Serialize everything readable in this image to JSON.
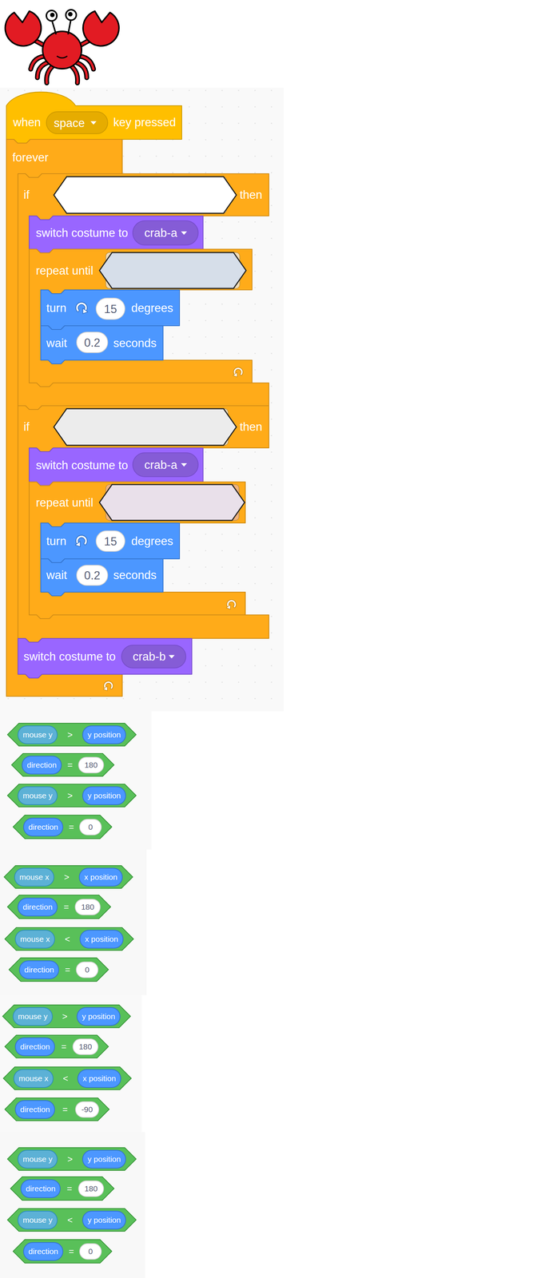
{
  "diagram": {
    "nodes": [
      {
        "text": [
          "when",
          "key pressed"
        ]
      },
      {
        "text": [
          "space"
        ],
        "in": 0
      },
      {
        "text": [
          "forever"
        ]
      },
      {
        "text": [
          "if",
          "then"
        ],
        "in": 2
      },
      {
        "text": [
          "switch costume to"
        ],
        "in": 3
      },
      {
        "text": [
          "crab-a"
        ],
        "in": 4
      },
      {
        "text": [
          "repeat until"
        ],
        "in": 3
      },
      {
        "text": [
          "turn",
          "degrees"
        ],
        "in": 6
      },
      {
        "text": [
          "15"
        ],
        "in": 7
      },
      {
        "text": [
          "wait",
          "seconds"
        ],
        "in": 6
      },
      {
        "text": [
          "0.2"
        ],
        "in": 9
      },
      {
        "text": [
          "if",
          "then"
        ],
        "in": 2
      },
      {
        "text": [
          "switch costume to"
        ],
        "in": 11
      },
      {
        "text": [
          "crab-a"
        ],
        "in": 12
      },
      {
        "text": [
          "repeat until"
        ],
        "in": 11
      },
      {
        "text": [
          "turn",
          "degrees"
        ],
        "in": 14
      },
      {
        "text": [
          "15"
        ],
        "in": 15
      },
      {
        "text": [
          "wait",
          "seconds"
        ],
        "in": 14
      },
      {
        "text": [
          "0.2"
        ],
        "in": 17
      },
      {
        "text": [
          "switch costume to"
        ],
        "in": 2
      },
      {
        "text": [
          "crab-b"
        ],
        "in": 19
      },
      {
        "text": [
          ">"
        ]
      },
      {
        "text": [
          "mouse y"
        ],
        "in": 21
      },
      {
        "text": [
          "y position"
        ],
        "in": 21
      },
      {
        "text": [
          "="
        ]
      },
      {
        "text": [
          "direction"
        ],
        "in": 24
      },
      {
        "text": [
          "180"
        ],
        "in": 24
      },
      {
        "text": [
          ">"
        ]
      },
      {
        "text": [
          "mouse y"
        ],
        "in": 27
      },
      {
        "text": [
          "y position"
        ],
        "in": 27
      },
      {
        "text": [
          "="
        ]
      },
      {
        "text": [
          "direction"
        ],
        "in": 30
      },
      {
        "text": [
          "0"
        ],
        "in": 30
      },
      {
        "text": [
          ">"
        ]
      },
      {
        "text": [
          "mouse x"
        ],
        "in": 33
      },
      {
        "text": [
          "x position"
        ],
        "in": 33
      },
      {
        "text": [
          "="
        ]
      },
      {
        "text": [
          "direction"
        ],
        "in": 36
      },
      {
        "text": [
          "180"
        ],
        "in": 36
      },
      {
        "text": [
          "<"
        ]
      },
      {
        "text": [
          "mouse x"
        ],
        "in": 39
      },
      {
        "text": [
          "x position"
        ],
        "in": 39
      },
      {
        "text": [
          "="
        ]
      },
      {
        "text": [
          "direction"
        ],
        "in": 42
      },
      {
        "text": [
          "0"
        ],
        "in": 42
      },
      {
        "text": [
          ">"
        ]
      },
      {
        "text": [
          "mouse y"
        ],
        "in": 45
      },
      {
        "text": [
          "y position"
        ],
        "in": 45
      },
      {
        "text": [
          "="
        ]
      },
      {
        "text": [
          "direction"
        ],
        "in": 48
      },
      {
        "text": [
          "180"
        ],
        "in": 48
      },
      {
        "text": [
          "<"
        ]
      },
      {
        "text": [
          "mouse x"
        ],
        "in": 51
      },
      {
        "text": [
          "x position"
        ],
        "in": 51
      },
      {
        "text": [
          "="
        ]
      },
      {
        "text": [
          "direction"
        ],
        "in": 54
      },
      {
        "text": [
          "-90"
        ],
        "in": 54
      },
      {
        "text": [
          ">"
        ]
      },
      {
        "text": [
          "mouse y"
        ],
        "in": 57
      },
      {
        "text": [
          "y position"
        ],
        "in": 57
      },
      {
        "text": [
          "="
        ]
      },
      {
        "text": [
          "direction"
        ],
        "in": 60
      },
      {
        "text": [
          "180"
        ],
        "in": 60
      },
      {
        "text": [
          "<"
        ]
      },
      {
        "text": [
          "mouse y"
        ],
        "in": 63
      },
      {
        "text": [
          "y position"
        ],
        "in": 63
      },
      {
        "text": [
          "="
        ]
      },
      {
        "text": [
          "direction"
        ],
        "in": 66
      },
      {
        "text": [
          "0"
        ],
        "in": 66
      }
    ]
  }
}
